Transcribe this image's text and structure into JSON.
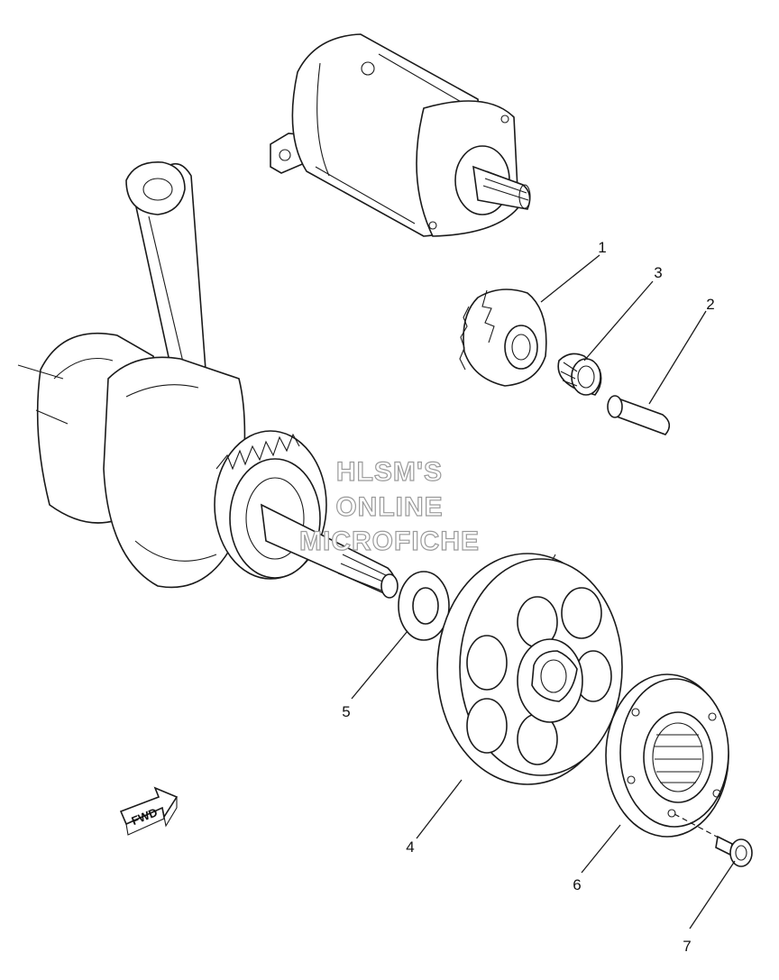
{
  "callouts": {
    "c1": "1",
    "c2": "2",
    "c3": "3",
    "c4": "4",
    "c5": "5",
    "c6": "6",
    "c7": "7"
  },
  "watermark": {
    "line1": "HLSM'S",
    "line2": "ONLINE",
    "line3": "MICROFICHE"
  },
  "fwd_label": "FWD",
  "colors": {
    "line": "#1a1a1a",
    "background": "#ffffff",
    "watermark_outline": "#9a9a9a"
  }
}
